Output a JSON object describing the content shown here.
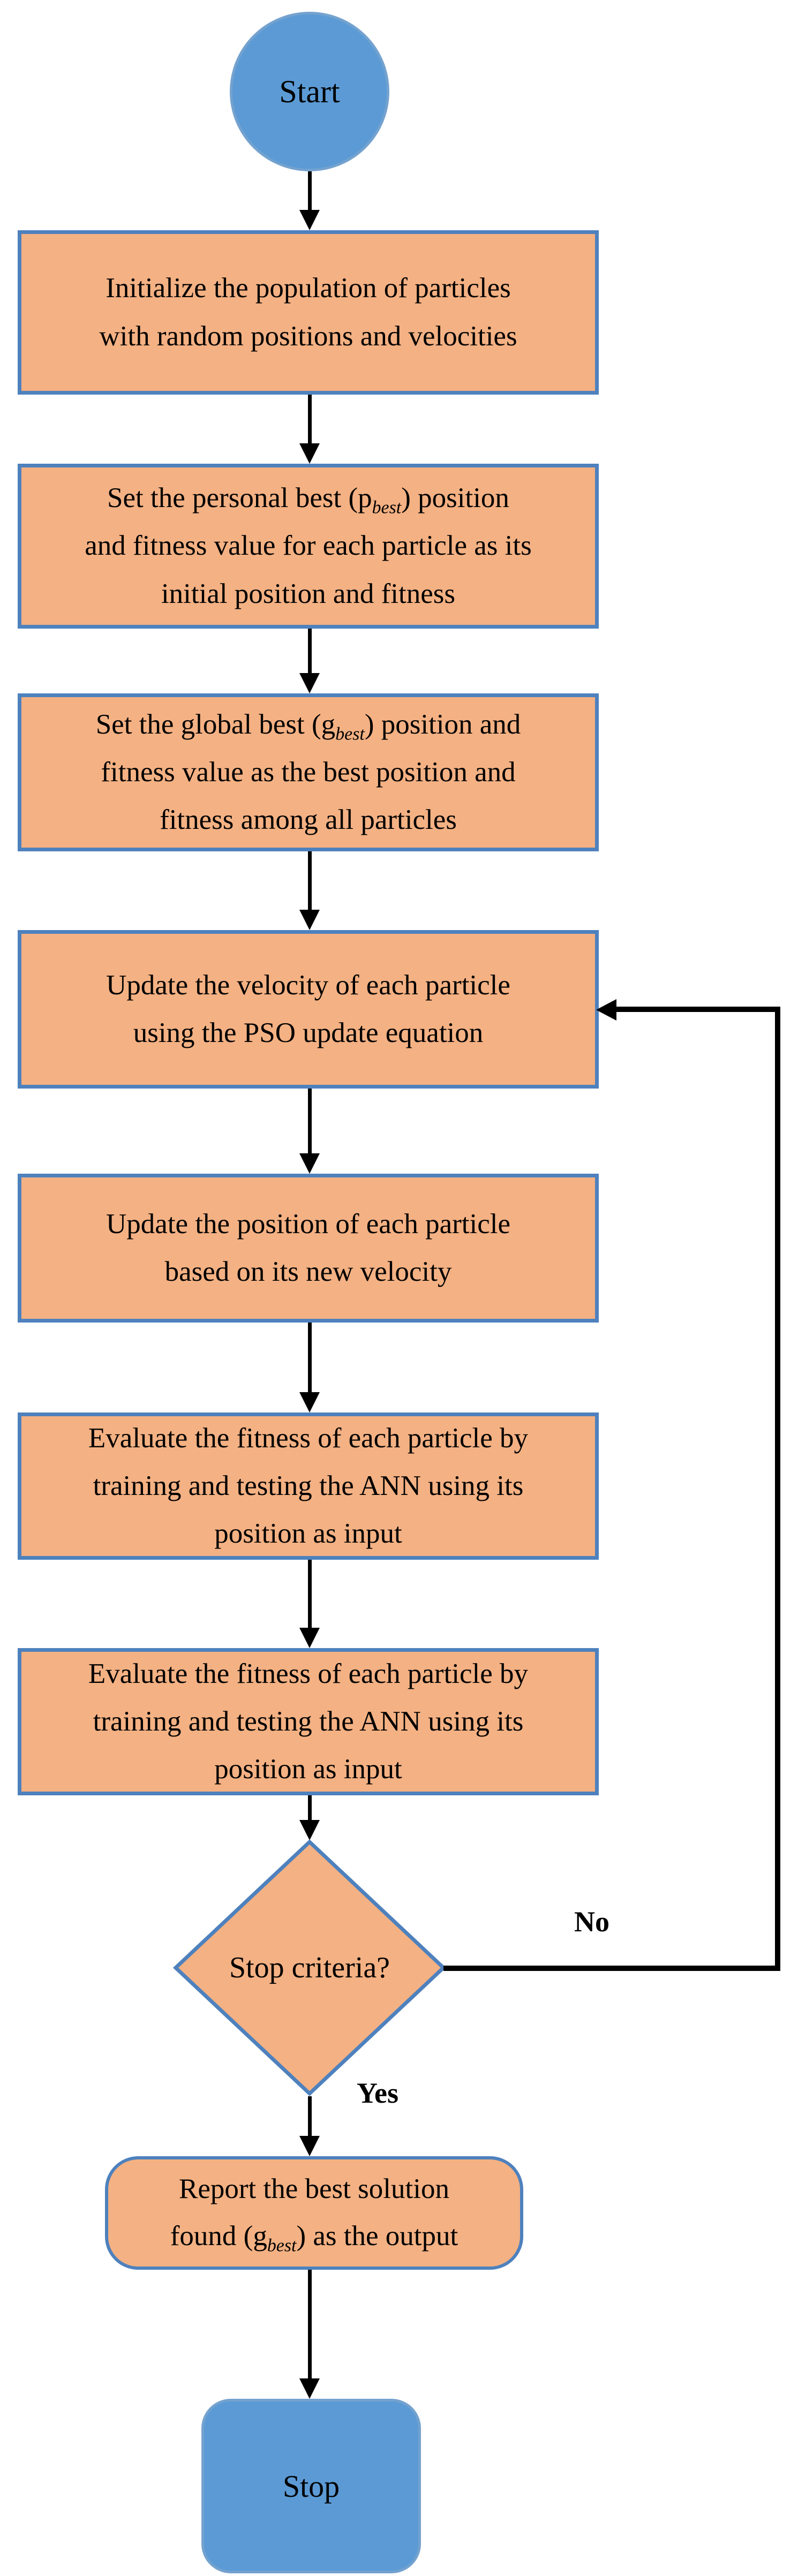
{
  "colors": {
    "process_fill": "#F4B183",
    "process_border": "#4E81BD",
    "terminal_fill": "#5B9AD5",
    "terminal_border": "#74A2CF",
    "arrow": "#000000"
  },
  "flowchart": {
    "start": "Start",
    "stop": "Stop",
    "decision": "Stop criteria?",
    "branch_labels": {
      "no": "No",
      "yes": "Yes"
    },
    "boxes": [
      {
        "name": "initialize-population",
        "lines": [
          "Initialize the population of particles",
          "with random positions and velocities"
        ]
      },
      {
        "name": "set-personal-best",
        "lines": [
          [
            "Set the personal best (p",
            "best",
            ") position"
          ],
          "and fitness value for each particle as its",
          "initial position and fitness"
        ]
      },
      {
        "name": "set-global-best",
        "lines": [
          [
            "Set the global best (g",
            "best",
            ") position and"
          ],
          "fitness value as the best position and",
          "fitness among all particles"
        ]
      },
      {
        "name": "update-velocity",
        "lines": [
          "Update the velocity of each particle",
          "using the PSO update equation"
        ]
      },
      {
        "name": "update-position",
        "lines": [
          "Update the position of each particle",
          "based on its new velocity"
        ]
      },
      {
        "name": "evaluate-fitness",
        "lines": [
          "Evaluate the fitness of each particle by",
          "training and testing the ANN using its",
          "position as input"
        ]
      },
      {
        "name": "evaluate-fitness-repeat",
        "lines": [
          "Evaluate the fitness of each particle by",
          "training and testing the ANN using its",
          "position as input"
        ]
      }
    ],
    "report": {
      "lines": [
        "Report  the best solution",
        [
          "found (g",
          "best",
          ") as the output"
        ]
      ]
    }
  }
}
